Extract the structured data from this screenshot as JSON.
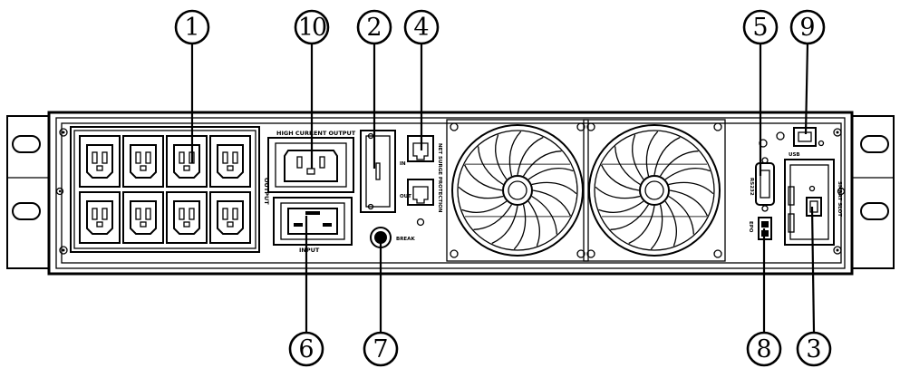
{
  "callouts": [
    {
      "id": "1",
      "label": "1"
    },
    {
      "id": "2",
      "label": "2"
    },
    {
      "id": "3",
      "label": "3"
    },
    {
      "id": "4",
      "label": "4"
    },
    {
      "id": "5",
      "label": "5"
    },
    {
      "id": "6",
      "label": "6"
    },
    {
      "id": "7",
      "label": "7"
    },
    {
      "id": "8",
      "label": "8"
    },
    {
      "id": "9",
      "label": "9"
    },
    {
      "id": "10",
      "label": "10"
    }
  ],
  "labels": {
    "high_current_output": "HIGH CURRENT OUTPUT",
    "output": "OUTPUT",
    "input": "INPUT",
    "surge_protection": "NET SURGE PROTECTION",
    "breaker": "BREAK",
    "in": "IN",
    "out": "OUT",
    "rs232": "RS232",
    "epo": "EPO",
    "smart_slot": "SMART SLOT",
    "usb": "USB"
  }
}
